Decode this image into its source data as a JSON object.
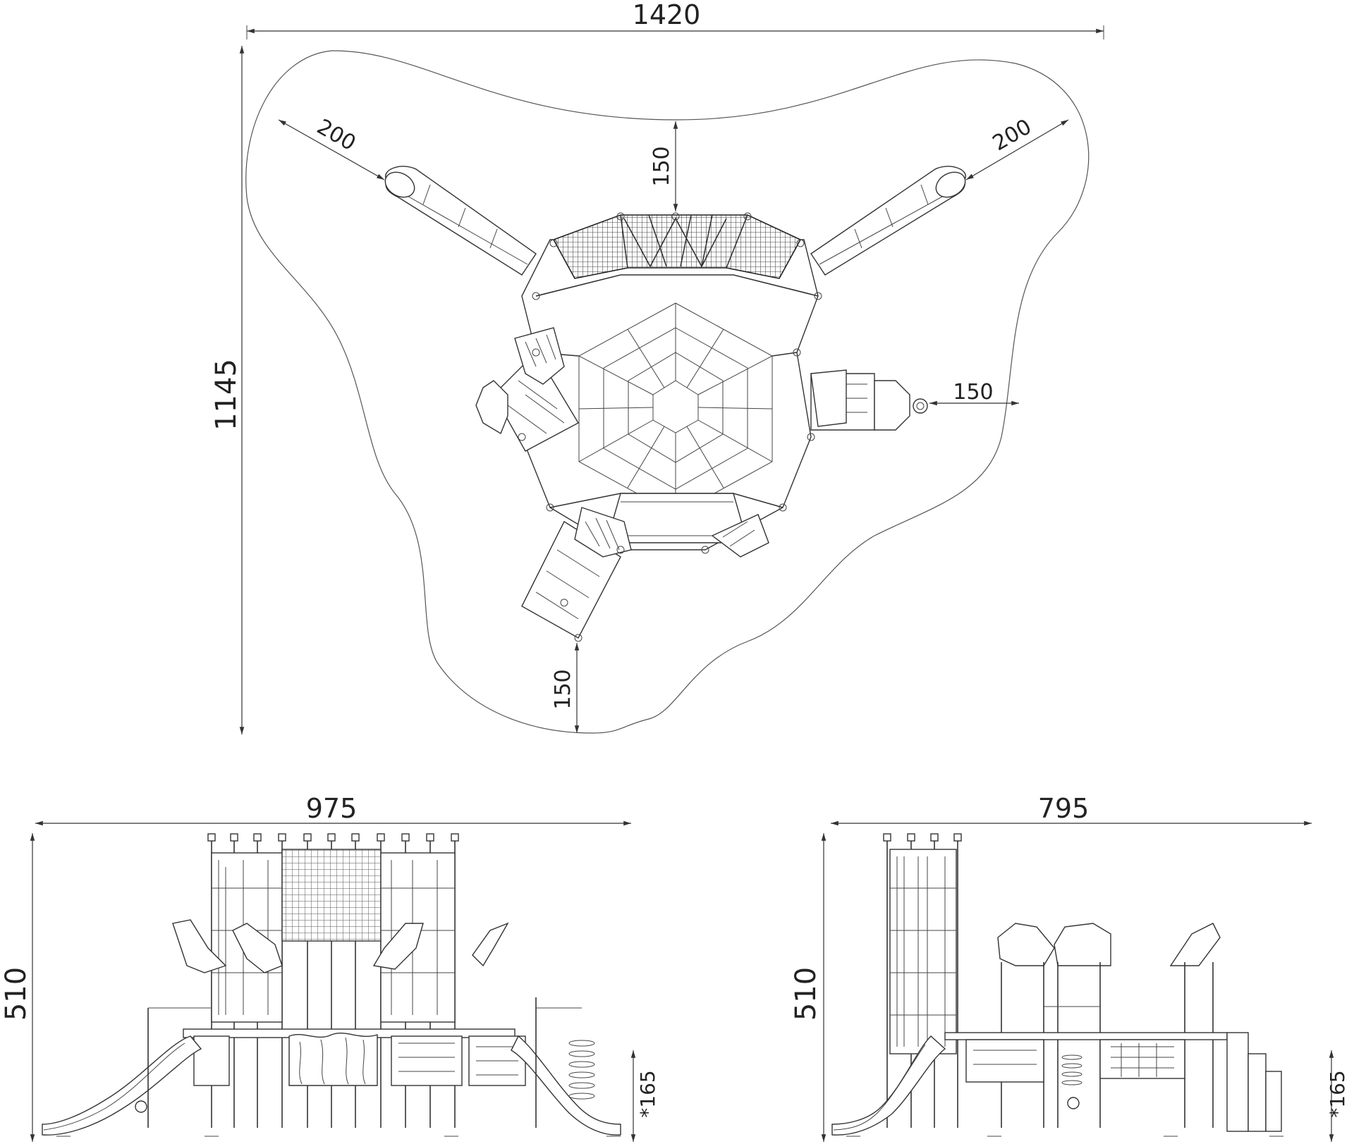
{
  "colors": {
    "line": "#333333",
    "background": "#ffffff"
  },
  "top_view": {
    "width_label": "1420",
    "height_label": "1145",
    "clearance_top_left": "200",
    "clearance_top_right": "200",
    "clearance_top": "150",
    "clearance_right": "150",
    "clearance_bottom": "150"
  },
  "front_view": {
    "width_label": "975",
    "height_label": "510",
    "platform_label": "*165"
  },
  "side_view": {
    "width_label": "795",
    "height_label": "510",
    "platform_label": "*165"
  }
}
